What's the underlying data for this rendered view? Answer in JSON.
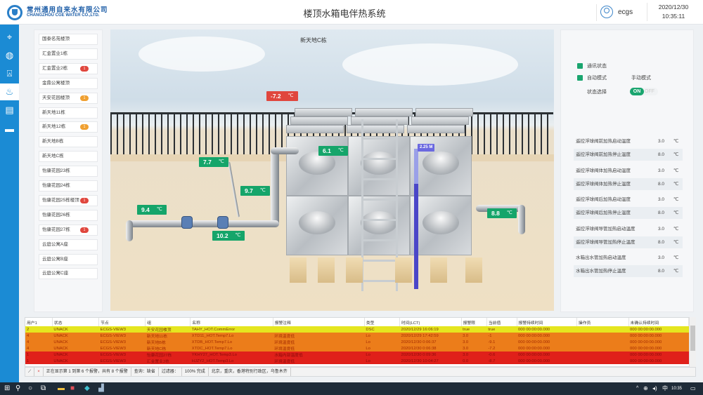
{
  "header": {
    "company_cn": "常州通用自来水有限公司",
    "company_en": "CHANGZHOU CGE WATER CO.,LTD.",
    "title": "楼顶水箱电伴热系统",
    "user": "ecgs",
    "date": "2020/12/30",
    "time": "10:35:11"
  },
  "nav": [
    {
      "icon": "map-pin-icon"
    },
    {
      "icon": "water-drop-icon"
    },
    {
      "icon": "alarm-light-icon"
    },
    {
      "icon": "heating-icon",
      "active": true
    },
    {
      "icon": "report-icon"
    },
    {
      "icon": "folder-icon"
    }
  ],
  "buildings": [
    {
      "label": "国泰名苑楼顶"
    },
    {
      "label": "汇金置业1栋"
    },
    {
      "label": "汇金置业2栋",
      "badge": "1",
      "badge_color": "#e0463d"
    },
    {
      "label": "金鼎公寓楼顶"
    },
    {
      "label": "天安花园楼顶",
      "badge": "1",
      "badge_color": "#f0a030"
    },
    {
      "label": "新天地11栋"
    },
    {
      "label": "新天地12栋",
      "badge": "1",
      "badge_color": "#f0a030"
    },
    {
      "label": "新天地B栋"
    },
    {
      "label": "新天地C栋"
    },
    {
      "label": "怡康花园23栋"
    },
    {
      "label": "怡康花园24栋"
    },
    {
      "label": "怡康花园25栋楼顶",
      "badge": "1",
      "badge_color": "#e0463d"
    },
    {
      "label": "怡康花园26栋"
    },
    {
      "label": "怡康花园27栋",
      "badge": "1",
      "badge_color": "#e0463d"
    },
    {
      "label": "云庭公寓A座"
    },
    {
      "label": "云庭公寓B座"
    },
    {
      "label": "云庭公寓C座"
    }
  ],
  "scene": {
    "title": "新天地C栋",
    "unit": "℃",
    "ambient": "-7.2",
    "tank_top": "6.1",
    "pipe_a": "7.7",
    "pipe_b": "9.7",
    "pipe_c": "9.4",
    "valve": "10.2",
    "outlet": "8.8",
    "level": "2.25 M",
    "level_fraction": 0.75
  },
  "controls": {
    "comm_status": "通讯状态",
    "auto_mode": "自动模式",
    "manual_mode": "手动模式",
    "state_select": "状态选择",
    "on": "ON",
    "off": "OFF"
  },
  "params": [
    {
      "label": "遥控浮球阀前加热启动温度",
      "value": "3.0",
      "unit": "℃"
    },
    {
      "label": "遥控浮球阀前加热停止温度",
      "value": "8.0",
      "unit": "℃"
    },
    {
      "label": "遥控浮球阀体加热启动温度",
      "value": "3.0",
      "unit": "℃"
    },
    {
      "label": "遥控浮球阀体加热停止温度",
      "value": "8.0",
      "unit": "℃"
    },
    {
      "label": "遥控浮球阀后加热启动温度",
      "value": "3.0",
      "unit": "℃"
    },
    {
      "label": "遥控浮球阀后加热停止温度",
      "value": "8.0",
      "unit": "℃"
    },
    {
      "label": "遥控浮球阀导管加热启动温度",
      "value": "3.0",
      "unit": "℃"
    },
    {
      "label": "遥控浮球阀导管加热停止温度",
      "value": "8.0",
      "unit": "℃"
    },
    {
      "label": "水箱出水管加热启动温度",
      "value": "3.0",
      "unit": "℃"
    },
    {
      "label": "水箱出水管加热停止温度",
      "value": "8.0",
      "unit": "℃"
    }
  ],
  "alarms": {
    "columns": [
      "用户1",
      "状态",
      "节点",
      "组",
      "名称",
      "报警注释",
      "类型",
      "时间(LCT)",
      "报警限",
      "当前值",
      "报警持续时间",
      "操作员",
      "未确认持续时间"
    ],
    "rows": [
      {
        "sev": "y",
        "cells": [
          "2",
          "UNACK",
          "ECGS-VIEW3",
          "天安花园楼顶",
          "TAHY_HOT.CommError",
          "",
          "DSC",
          "2020/12/29 16:06:19",
          "true",
          "true",
          "000 00:00:00.000",
          "",
          "000 00:00:00.000"
        ]
      },
      {
        "sev": "o",
        "cells": [
          "4",
          "UNACK",
          "ECGS-VIEW3",
          "新天地11栋",
          "XTD11_HOT.Temp7.Lo",
          "环境温度低",
          "Lo",
          "2020/12/29 17:42:59",
          "3.0",
          "-1",
          "000 00:00:00.000",
          "",
          "000 00:00:00.000"
        ]
      },
      {
        "sev": "o",
        "cells": [
          "4",
          "UNACK",
          "ECGS-VIEW3",
          "新天地B栋",
          "XTDB_HOT.Temp7.Lo",
          "环境温度低",
          "Lo",
          "2020/12/30 0:06:37",
          "3.0",
          "-9.1",
          "000 00:00:00.000",
          "",
          "000 00:00:00.000"
        ]
      },
      {
        "sev": "o",
        "cells": [
          "4",
          "UNACK",
          "ECGS-VIEW3",
          "新天地C栋",
          "XTDC_HOT.Temp7.Lo",
          "环境温度低",
          "Lo",
          "2020/12/30 0:06:38",
          "3.0",
          "-7.2",
          "000 00:00:00.000",
          "",
          "000 00:00:00.000"
        ]
      },
      {
        "sev": "r",
        "cells": [
          "1",
          "UNACK",
          "ECGS-VIEW3",
          "怡康花园27栋",
          "YKHY27_HOT.Temp3.Lo",
          "水箱内部温度低",
          "Lo",
          "2020/12/30 0:09:36",
          "3.0",
          "-0.6",
          "000 00:00:00.000",
          "",
          "000 00:00:00.000"
        ]
      },
      {
        "sev": "r",
        "cells": [
          "1",
          "UNACK",
          "ECGS-VIEW3",
          "汇金置业2栋",
          "HJZY2_HOT.Temp3.Lo",
          "环境温度低",
          "Lo",
          "2020/12/30 10:04:27",
          "0.0",
          "-8.7",
          "000 00:00:00.000",
          "",
          "000 00:00:00.000"
        ]
      }
    ]
  },
  "status": {
    "showing": "正在显示第 1 到第 6 个报警，共有 8 个报警",
    "query": "查询：缺省",
    "filter": "过滤器：",
    "progress": "100% 完成",
    "timezone": "北京，重庆，香港特别行政区，乌鲁木齐"
  },
  "taskbar": {
    "ime": "中",
    "time": "10:35"
  }
}
